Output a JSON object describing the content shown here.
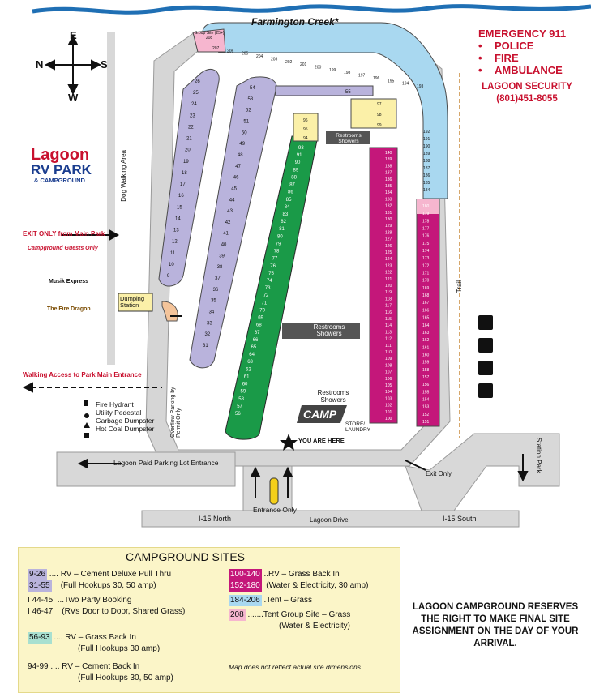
{
  "map": {
    "creek_label": "Farmington Creek*",
    "compass": {
      "n": "N",
      "s": "S",
      "e": "E",
      "w": "W"
    },
    "emergency": {
      "title": "EMERGENCY 911",
      "items": [
        "POLICE",
        "FIRE",
        "AMBULANCE"
      ]
    },
    "security": {
      "title": "LAGOON SECURITY",
      "phone": "(801)451-8055"
    },
    "brand": {
      "line1": "Lagoon",
      "line2": "RV PARK",
      "line3": "& CAMPGROUND"
    },
    "dog_walking": "Dog Walking Area",
    "exit_only_park": "EXIT ONLY from Main Park",
    "guests_only": "Campground Guests Only",
    "attractions": [
      "Musik Express",
      "The Fire Dragon"
    ],
    "dumping_station": "Dumping Station",
    "walking_access": "Walking Access to Park Main Entrance",
    "overflow_parking": "Overflow Parking by Permit Only",
    "restrooms_showers": "Restrooms Showers",
    "store_laundry": "STORE/ LAUNDRY",
    "camp_sign": "CAMP",
    "you_are_here": "YOU ARE HERE",
    "trail": "Trail",
    "station_park": "Station Park",
    "exit_only": "Exit Only",
    "parking_lot_entrance": "Lagoon Paid Parking Lot Entrance",
    "entrance_only": "Entrance Only",
    "roads": {
      "i15_north": "I-15 North",
      "lagoon_drive": "Lagoon Drive",
      "i15_south": "I-15 South"
    },
    "group_site": "Group Site (25+) 208",
    "colors": {
      "purple": "#b9b3dc",
      "green": "#1a9a48",
      "magenta": "#c4177a",
      "yellow": "#fbf0a8",
      "blue": "#a9d8f0",
      "pink": "#f6b6cf",
      "road": "#d8d8d8"
    },
    "key": [
      {
        "icon": "fire-hydrant-icon",
        "label": "Fire Hydrant"
      },
      {
        "icon": "utility-pedestal-icon",
        "label": "Utility Pedestal"
      },
      {
        "icon": "garbage-dumpster-icon",
        "label": "Garbage Dumpster"
      },
      {
        "icon": "hot-coal-dumpster-icon",
        "label": "Hot Coal Dumpster"
      }
    ],
    "sites": {
      "purple_left": [
        "26",
        "25",
        "24",
        "23",
        "22",
        "21",
        "20",
        "19",
        "18",
        "17",
        "16",
        "15",
        "14",
        "13",
        "12",
        "11",
        "10",
        "9"
      ],
      "purple_right": [
        "54",
        "53",
        "52",
        "51",
        "50",
        "49",
        "48",
        "47",
        "46",
        "45",
        "44",
        "43",
        "42",
        "41",
        "40",
        "39",
        "38",
        "37",
        "36",
        "35",
        "34",
        "33",
        "32",
        "31"
      ],
      "green": [
        "93",
        "91",
        "90",
        "89",
        "88",
        "87",
        "86",
        "85",
        "84",
        "83",
        "82",
        "81",
        "80",
        "79",
        "78",
        "77",
        "76",
        "75",
        "74",
        "73",
        "72",
        "71",
        "70",
        "69",
        "68",
        "67",
        "66",
        "65",
        "64",
        "63",
        "62",
        "61",
        "60",
        "59",
        "58",
        "57",
        "56"
      ],
      "magenta_left": [
        "140",
        "139",
        "138",
        "137",
        "136",
        "135",
        "134",
        "133",
        "132",
        "131",
        "130",
        "129",
        "128",
        "127",
        "126",
        "125",
        "124",
        "123",
        "122",
        "121",
        "120",
        "119",
        "118",
        "117",
        "116",
        "115",
        "114",
        "113",
        "112",
        "111",
        "110",
        "109",
        "108",
        "107",
        "106",
        "105",
        "104",
        "103",
        "102",
        "101",
        "100"
      ],
      "magenta_right": [
        "180",
        "179",
        "178",
        "177",
        "176",
        "175",
        "174",
        "173",
        "172",
        "171",
        "170",
        "169",
        "168",
        "167",
        "166",
        "165",
        "164",
        "163",
        "162",
        "161",
        "160",
        "159",
        "158",
        "157",
        "156",
        "155",
        "154",
        "153",
        "152",
        "151"
      ],
      "blue_right": [
        "192",
        "191",
        "190",
        "189",
        "188",
        "187",
        "186",
        "185",
        "184"
      ],
      "blue_top": [
        "207",
        "206",
        "205",
        "204",
        "203",
        "202",
        "201",
        "200",
        "199",
        "198",
        "197",
        "196",
        "195",
        "194",
        "193"
      ],
      "yellow": [
        "97",
        "98",
        "99",
        "96",
        "95",
        "94"
      ],
      "site_55": "55"
    }
  },
  "legend": {
    "title": "CAMPGROUND SITES",
    "rows": [
      {
        "code": "9-26",
        "desc": "RV – Cement Deluxe Pull Thru"
      },
      {
        "code": "31-55",
        "desc": "(Full Hookups 30, 50 amp)"
      },
      {
        "code": "44-45,",
        "desc": "Two Party Booking"
      },
      {
        "code": "46-47",
        "desc": "(RVs Door to Door, Shared Grass)"
      },
      {
        "code": "56-93",
        "desc": "RV – Grass Back In"
      },
      {
        "code": "",
        "desc": "(Full Hookups 30 amp)"
      },
      {
        "code": "94-99",
        "desc": "RV – Cement Back In"
      },
      {
        "code": "",
        "desc": "(Full Hookups 30, 50 amp)"
      },
      {
        "code": "100-140",
        "desc": "RV – Grass Back In"
      },
      {
        "code": "152-180",
        "desc": "(Water & Electricity, 30 amp)"
      },
      {
        "code": "184-206",
        "desc": "Tent – Grass"
      },
      {
        "code": "208",
        "desc": "Tent Group Site – Grass"
      },
      {
        "code": "",
        "desc": "(Water & Electricity)"
      }
    ],
    "note": "Map does not reflect actual site dimensions."
  },
  "notice": {
    "text": "LAGOON CAMPGROUND RESERVES THE RIGHT TO MAKE FINAL SITE ASSIGNMENT ON THE DAY OF YOUR ARRIVAL."
  }
}
